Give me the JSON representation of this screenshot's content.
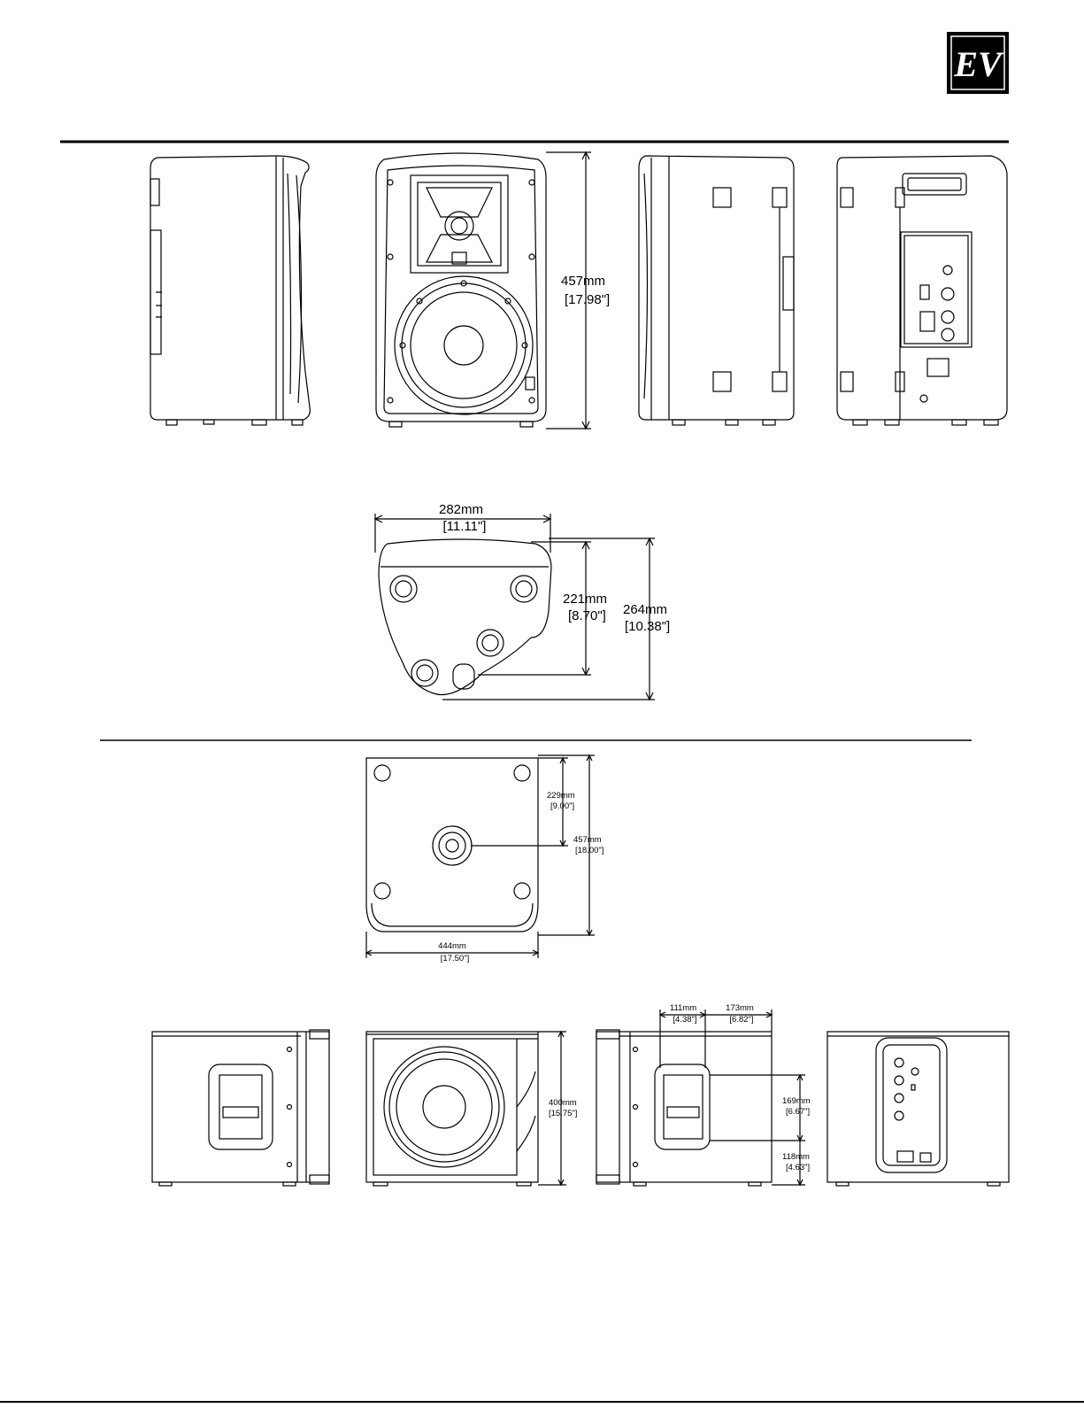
{
  "logo": {
    "text": "EV",
    "bg": "#000000",
    "fg": "#ffffff"
  },
  "dimensions": {
    "top_height": {
      "mm": "457mm",
      "in": "[17.98\"]"
    },
    "base_width": {
      "mm": "282mm",
      "in": "[11.11\"]"
    },
    "base_depth_a": {
      "mm": "221mm",
      "in": "[8.70\"]"
    },
    "base_depth_b": {
      "mm": "264mm",
      "in": "[10.38\"]"
    },
    "sub_half_depth": {
      "mm": "229mm",
      "in": "[9.00\"]"
    },
    "sub_depth": {
      "mm": "457mm",
      "in": "[18.00\"]"
    },
    "sub_width": {
      "mm": "444mm",
      "in": "[17.50\"]"
    },
    "sub_height": {
      "mm": "400mm",
      "in": "[15.75\"]"
    },
    "handle_offset": {
      "mm": "111mm",
      "in": "[4.38\"]"
    },
    "handle_rear": {
      "mm": "173mm",
      "in": "[6.82\"]"
    },
    "handle_height": {
      "mm": "169mm",
      "in": "[6.67\"]"
    },
    "handle_bottom": {
      "mm": "118mm",
      "in": "[4.63\"]"
    }
  }
}
